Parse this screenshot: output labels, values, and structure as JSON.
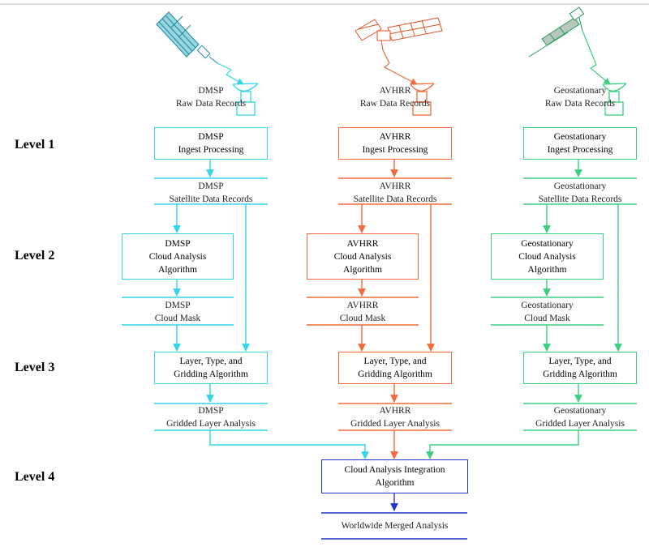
{
  "levels": [
    "Level 1",
    "Level 2",
    "Level 3",
    "Level 4"
  ],
  "colors": {
    "dmsp": "#33d6e6",
    "avhrr": "#f06a3c",
    "geo": "#3ad080",
    "merge": "#2233cc"
  },
  "dmsp": {
    "raw": [
      "DMSP",
      "Raw Data Records"
    ],
    "ingest": [
      "DMSP",
      "Ingest Processing"
    ],
    "sdr": [
      "DMSP",
      "Satellite Data Records"
    ],
    "cloud_alg": [
      "DMSP",
      "Cloud Analysis",
      "Algorithm"
    ],
    "mask": [
      "DMSP",
      "Cloud Mask"
    ],
    "layer_alg": [
      "Layer, Type, and",
      "Gridding Algorithm"
    ],
    "grid": [
      "DMSP",
      "Gridded Layer Analysis"
    ]
  },
  "avhrr": {
    "raw": [
      "AVHRR",
      "Raw Data Records"
    ],
    "ingest": [
      "AVHRR",
      "Ingest Processing"
    ],
    "sdr": [
      "AVHRR",
      "Satellite Data Records"
    ],
    "cloud_alg": [
      "AVHRR",
      "Cloud Analysis",
      "Algorithm"
    ],
    "mask": [
      "AVHRR",
      "Cloud Mask"
    ],
    "layer_alg": [
      "Layer, Type, and",
      "Gridding Algorithm"
    ],
    "grid": [
      "AVHRR",
      "Gridded Layer Analysis"
    ]
  },
  "geo": {
    "raw": [
      "Geostationary",
      "Raw Data Records"
    ],
    "ingest": [
      "Geostationary",
      "Ingest Processing"
    ],
    "sdr": [
      "Geostationary",
      "Satellite Data Records"
    ],
    "cloud_alg": [
      "Geostationary",
      "Cloud Analysis",
      "Algorithm"
    ],
    "mask": [
      "Geostationary",
      "Cloud Mask"
    ],
    "layer_alg": [
      "Layer, Type, and",
      "Gridding Algorithm"
    ],
    "grid": [
      "Geostationary",
      "Gridded Layer Analysis"
    ]
  },
  "merge": {
    "integration": [
      "Cloud Analysis Integration",
      "Algorithm"
    ],
    "worldwide": "Worldwide Merged Analysis"
  }
}
